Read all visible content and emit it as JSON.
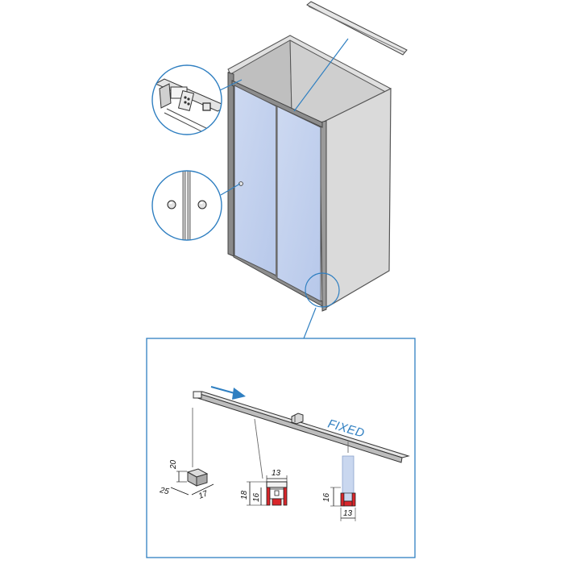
{
  "labels": {
    "fixed": "FIXED",
    "dim_20": "20",
    "dim_25": "25",
    "dim_17": "17",
    "dim_13_top": "13",
    "dim_18": "18",
    "dim_16_left": "16",
    "dim_16_right": "16",
    "dim_13_bottom": "13"
  },
  "colors": {
    "leader": "#2f7fc1",
    "glass": "#c9d7ef",
    "frame": "#6f6f6f",
    "wall_light": "#dcdcdc",
    "wall_dark": "#bdbdbd",
    "seal_red": "#d9262b"
  },
  "icons": [
    "top-rail-profile",
    "corner-bracket-detail",
    "door-knob-detail",
    "bottom-guide-detail",
    "slide-direction-arrow"
  ]
}
